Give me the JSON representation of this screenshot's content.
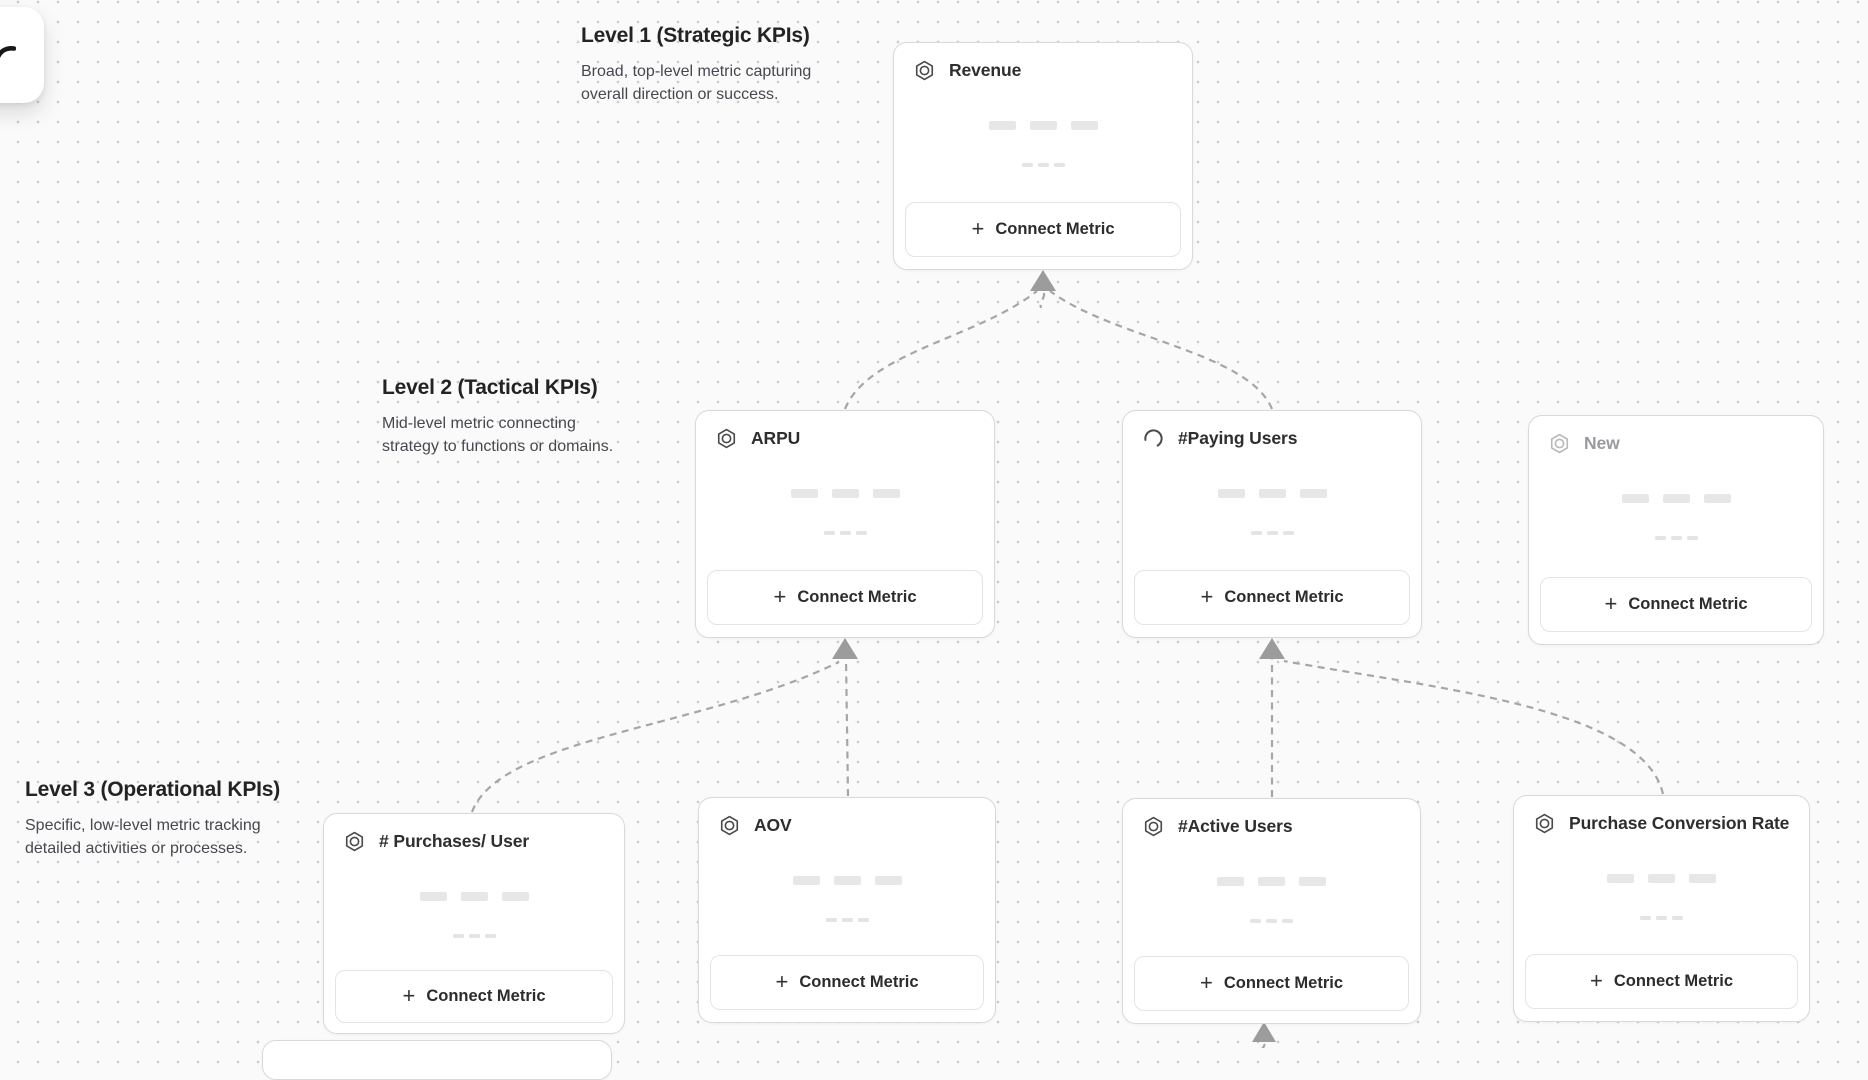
{
  "app": {
    "view": "kpi-metric-tree-canvas"
  },
  "levels": [
    {
      "title": "Level 1 (Strategic KPIs)",
      "description": "Broad, top-level metric capturing overall direction or success."
    },
    {
      "title": "Level 2 (Tactical KPIs)",
      "description": "Mid-level metric connecting strategy to functions or domains."
    },
    {
      "title": "Level 3 (Operational KPIs)",
      "description": "Specific, low-level metric tracking detailed activities or processes."
    }
  ],
  "cards": [
    {
      "id": "revenue",
      "title": "Revenue",
      "level": 1,
      "icon": "hexagon-nut-icon",
      "state": "default"
    },
    {
      "id": "arpu",
      "title": "ARPU",
      "level": 2,
      "icon": "hexagon-nut-icon",
      "state": "default"
    },
    {
      "id": "paying-users",
      "title": "#Paying Users",
      "level": 2,
      "icon": "spinner-icon",
      "state": "loading"
    },
    {
      "id": "new",
      "title": "New",
      "level": 2,
      "icon": "hexagon-nut-icon",
      "state": "draft"
    },
    {
      "id": "purchases-per-user",
      "title": "# Purchases/ User",
      "level": 3,
      "icon": "hexagon-nut-icon",
      "state": "default"
    },
    {
      "id": "aov",
      "title": "AOV",
      "level": 3,
      "icon": "hexagon-nut-icon",
      "state": "default"
    },
    {
      "id": "active-users",
      "title": "#Active Users",
      "level": 3,
      "icon": "hexagon-nut-icon",
      "state": "default"
    },
    {
      "id": "purchase-conversion-rate",
      "title": "Purchase Conversion Rate",
      "level": 3,
      "icon": "hexagon-nut-icon",
      "state": "default"
    }
  ],
  "card_button": {
    "plus": "+",
    "label": "Connect Metric"
  },
  "connections": [
    {
      "from": "ARPU",
      "to": "Revenue"
    },
    {
      "from": "#Paying Users",
      "to": "Revenue"
    },
    {
      "from": "# Purchases/ User",
      "to": "ARPU"
    },
    {
      "from": "AOV",
      "to": "ARPU"
    },
    {
      "from": "#Active Users",
      "to": "#Paying Users"
    },
    {
      "from": "Purchase Conversion Rate",
      "to": "#Paying Users"
    },
    {
      "from": "offscreen-card",
      "to": "#Active Users"
    }
  ],
  "colors": {
    "canvas_bg": "#fafafa",
    "grid_dot": "#cdcdcd",
    "card_border": "#d9d9d9",
    "connector": "#a6a6a6",
    "arrowhead": "#9c9c9c",
    "card_title": "#2e2e31",
    "muted_title": "#9a9a9e"
  }
}
